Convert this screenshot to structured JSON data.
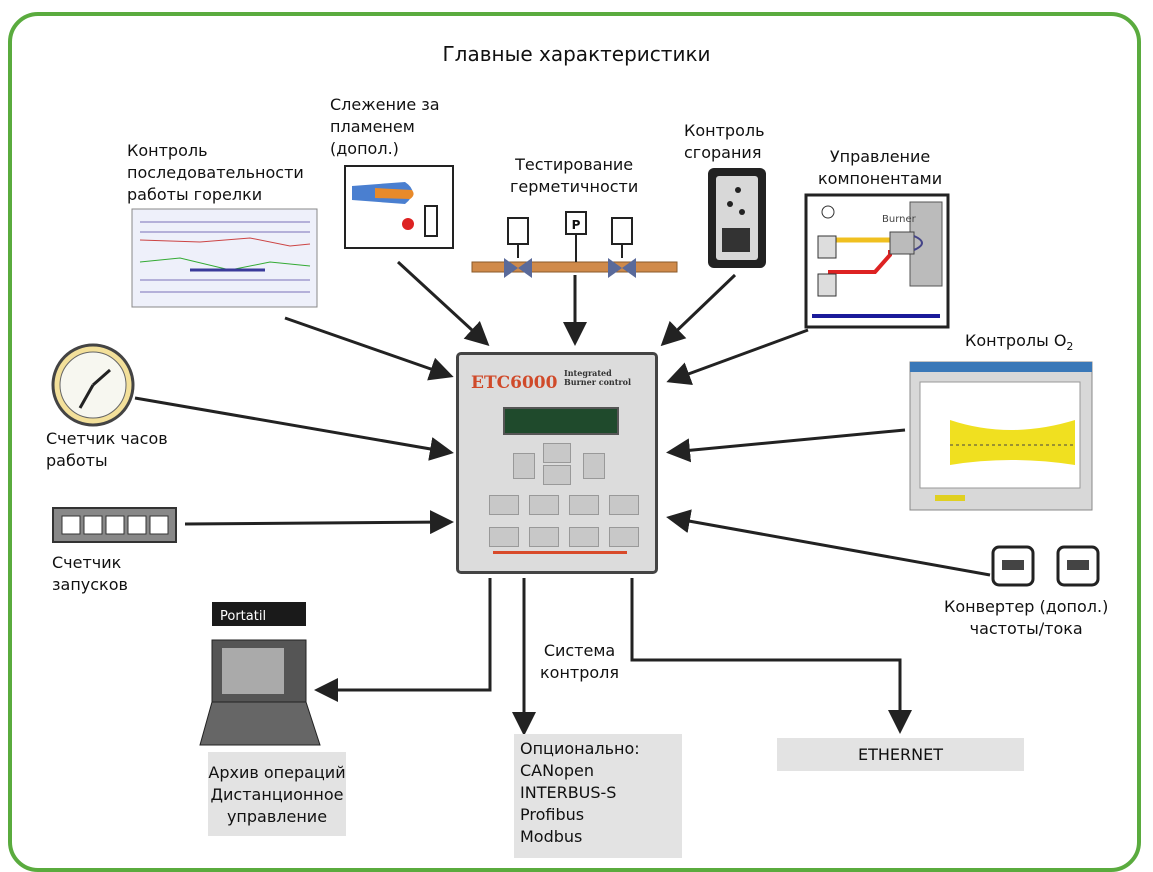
{
  "title": "Главные характеристики",
  "controller": {
    "brand": "ETC6000",
    "subtitle_1": "Integrated",
    "subtitle_2": "Burner control"
  },
  "labels": {
    "sequence": [
      "Контроль",
      "последовательности",
      "работы горелки"
    ],
    "flame": [
      "Слежение за",
      "пламенем",
      "(допол.)"
    ],
    "tightness": [
      "Тестирование",
      "герметичности"
    ],
    "combustion": [
      "Контроль",
      "сгорания"
    ],
    "components": [
      "Управление",
      "компонентами"
    ],
    "o2": "Контролы O",
    "o2_sub": "2",
    "hours": [
      "Счетчик часов",
      "работы"
    ],
    "starts": [
      "Счетчик",
      "запусков"
    ],
    "converter": [
      "Конвертер (допол.)",
      "частоты/тока"
    ],
    "system": [
      "Система",
      "контроля"
    ],
    "laptop_tag": "Portatil",
    "burner_text": "Burner",
    "valve_p": "P"
  },
  "boxes": {
    "archive": [
      "Архив операций",
      "Дистанционное",
      "управление"
    ],
    "options": [
      "Опционально:",
      "CANopen",
      "INTERBUS-S",
      "Profibus",
      "Modbus"
    ],
    "ethernet": "ETHERNET"
  },
  "colors": {
    "frame": "#5aab3e",
    "arrow": "#222222",
    "box": "#e3e3e3",
    "brand": "#d04a2a"
  }
}
